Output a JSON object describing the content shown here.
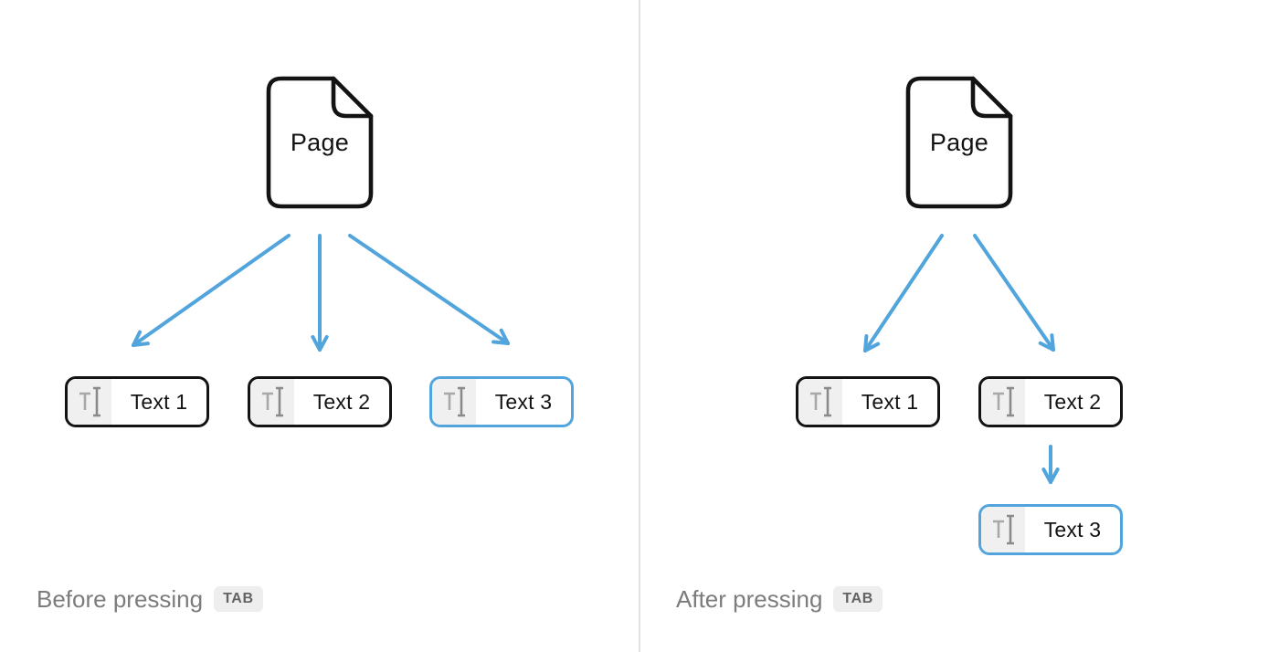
{
  "accent_color": "#52A5DC",
  "panels": [
    {
      "id": "before",
      "caption": "Before pressing",
      "key_badge": "TAB",
      "page_label": "Page",
      "blocks": [
        {
          "label": "Text 1",
          "selected": false
        },
        {
          "label": "Text 2",
          "selected": false
        },
        {
          "label": "Text 3",
          "selected": true
        }
      ]
    },
    {
      "id": "after",
      "caption": "After pressing",
      "key_badge": "TAB",
      "page_label": "Page",
      "blocks": [
        {
          "label": "Text 1",
          "selected": false
        },
        {
          "label": "Text 2",
          "selected": false
        },
        {
          "label": "Text 3",
          "selected": true
        }
      ]
    }
  ]
}
